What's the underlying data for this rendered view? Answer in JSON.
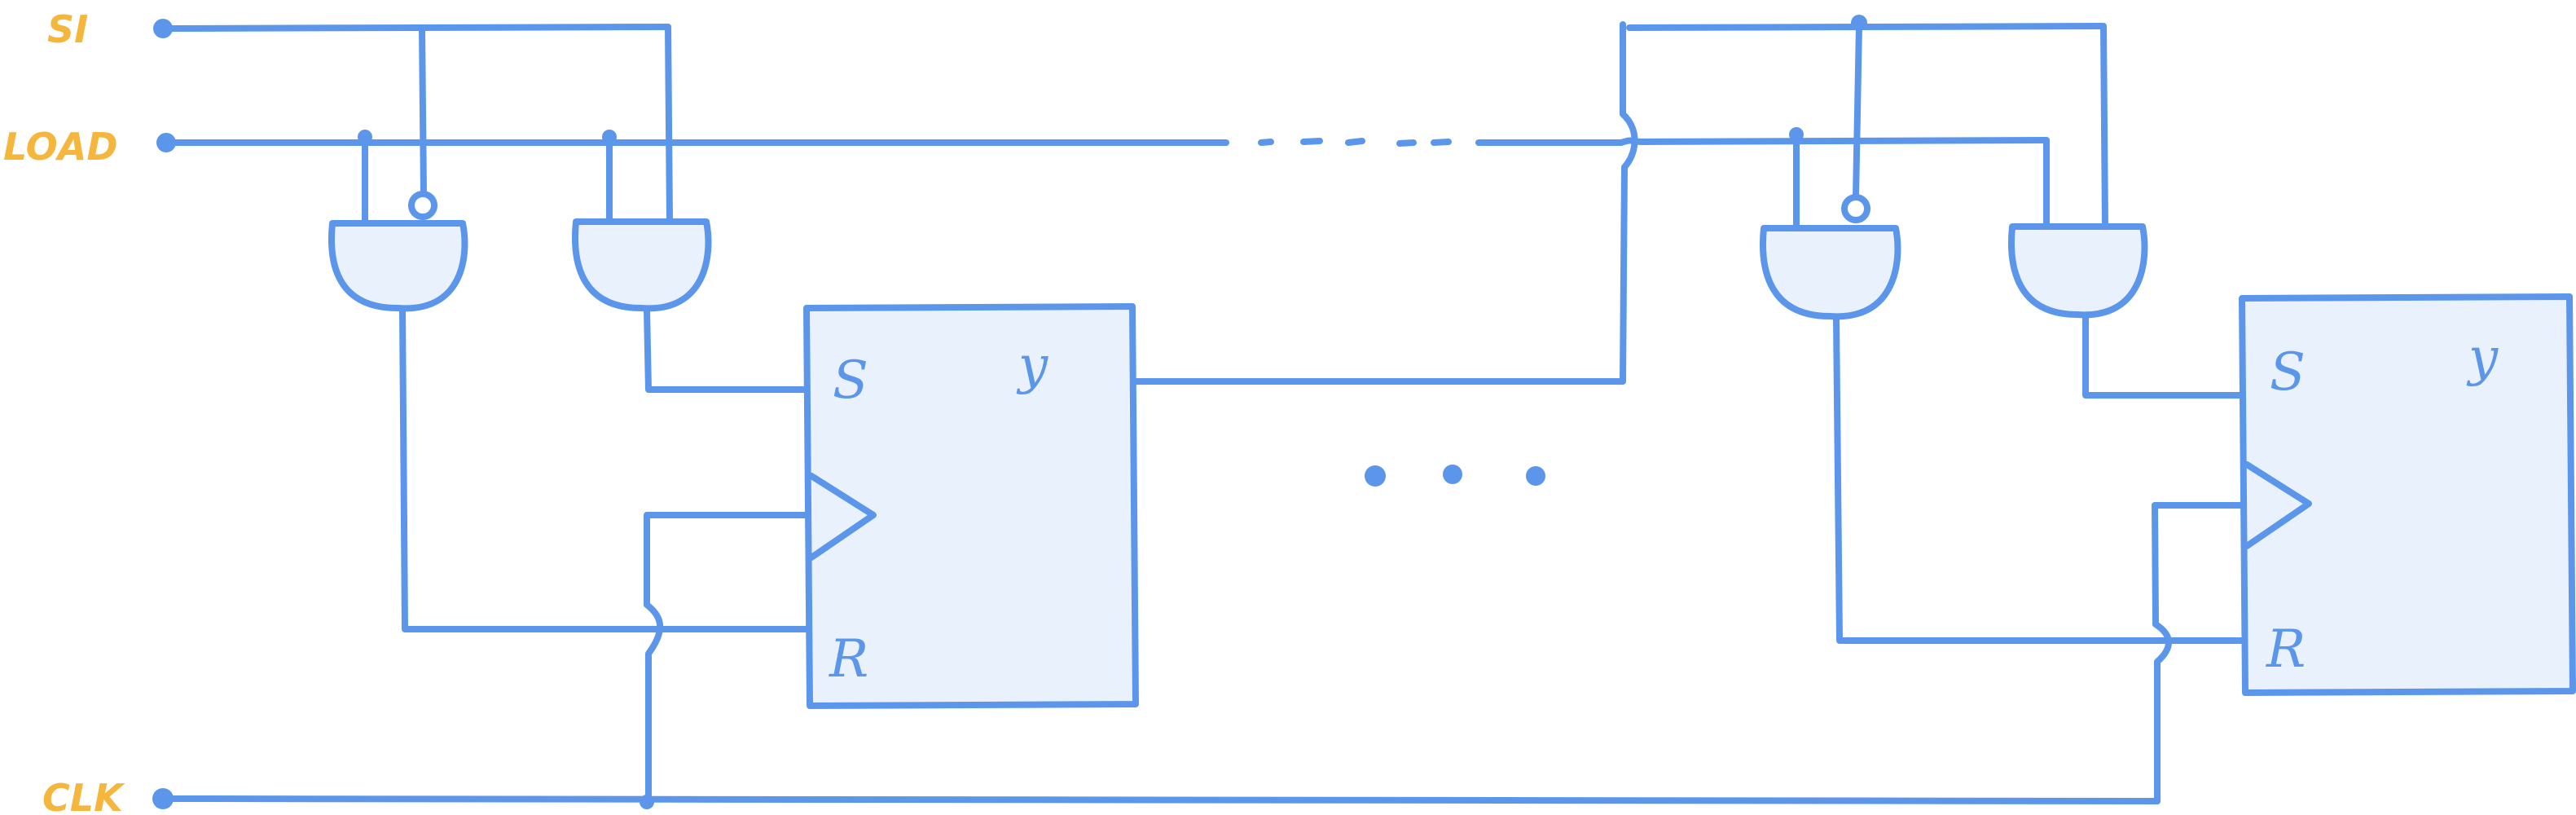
{
  "inputs": {
    "si": "SI",
    "load": "LOAD",
    "clk": "CLK"
  },
  "flipflop_left": {
    "s": "S",
    "y": "y",
    "r": "R"
  },
  "flipflop_right": {
    "s": "S",
    "y": "y",
    "r": "R"
  },
  "colors": {
    "wire": "#5b96ea",
    "fill": "#e9f1fc",
    "label": "#f5b63e"
  }
}
